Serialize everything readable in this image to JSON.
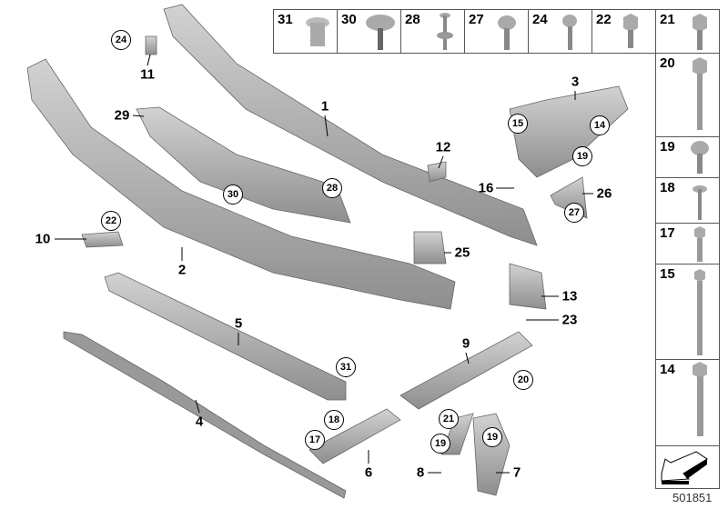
{
  "diagram_number": "501851",
  "legend_top": [
    "31",
    "30",
    "28",
    "27",
    "24",
    "22",
    "21"
  ],
  "legend_right": [
    "20",
    "19",
    "18",
    "17",
    "15",
    "14"
  ],
  "plain_labels": [
    "1",
    "2",
    "3",
    "4",
    "5",
    "6",
    "7",
    "8",
    "9",
    "10",
    "11",
    "12",
    "13",
    "16",
    "23",
    "25",
    "26",
    "29"
  ],
  "circled_labels": [
    "24",
    "22",
    "30",
    "28",
    "15",
    "14",
    "19",
    "27",
    "31",
    "18",
    "17",
    "20",
    "21",
    "19",
    "19"
  ],
  "colors": {
    "part": "#b4b4b4",
    "part_dark": "#8a8a8a",
    "outline": "#555555"
  }
}
